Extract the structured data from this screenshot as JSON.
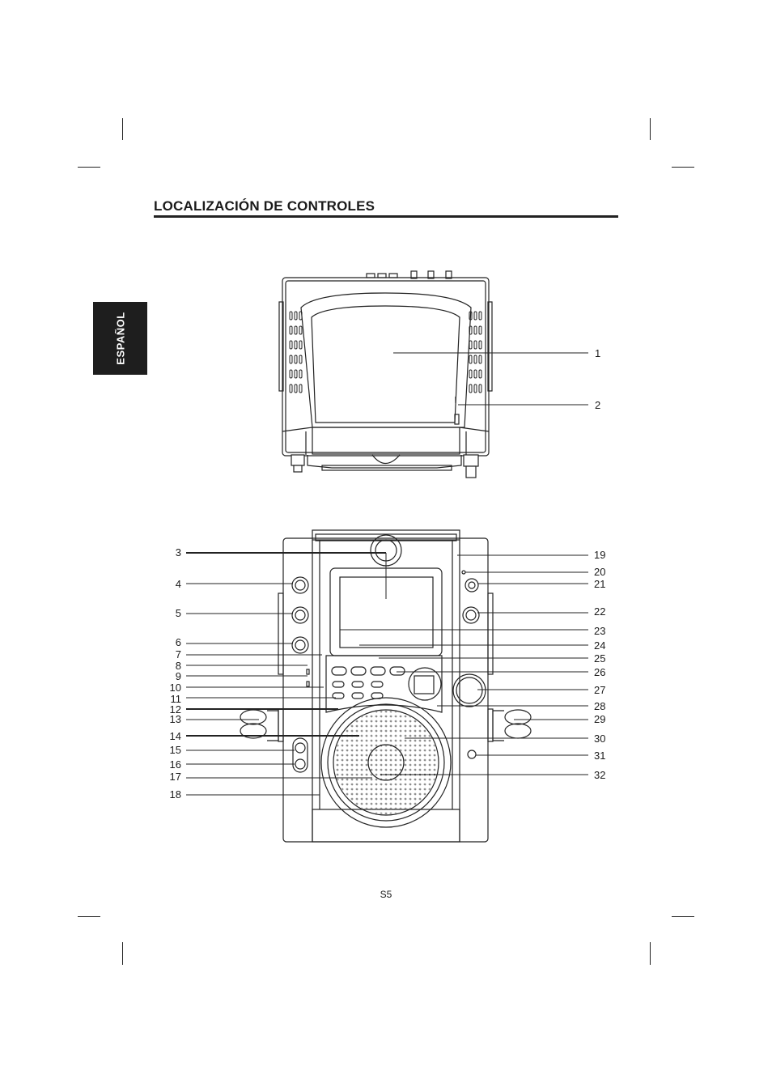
{
  "page": {
    "title": "LOCALIZACIÓN DE CONTROLES",
    "language_tab": "ESPAÑOL",
    "page_number": "S5"
  },
  "figure_top": {
    "callouts": [
      "1",
      "2"
    ]
  },
  "figure_front": {
    "callouts_left": [
      "3",
      "4",
      "5",
      "6",
      "7",
      "8",
      "9",
      "10",
      "11",
      "12",
      "13",
      "14",
      "15",
      "16",
      "17",
      "18"
    ],
    "callouts_right": [
      "19",
      "20",
      "21",
      "22",
      "23",
      "24",
      "25",
      "26",
      "27",
      "28",
      "29",
      "30",
      "31",
      "32"
    ]
  }
}
